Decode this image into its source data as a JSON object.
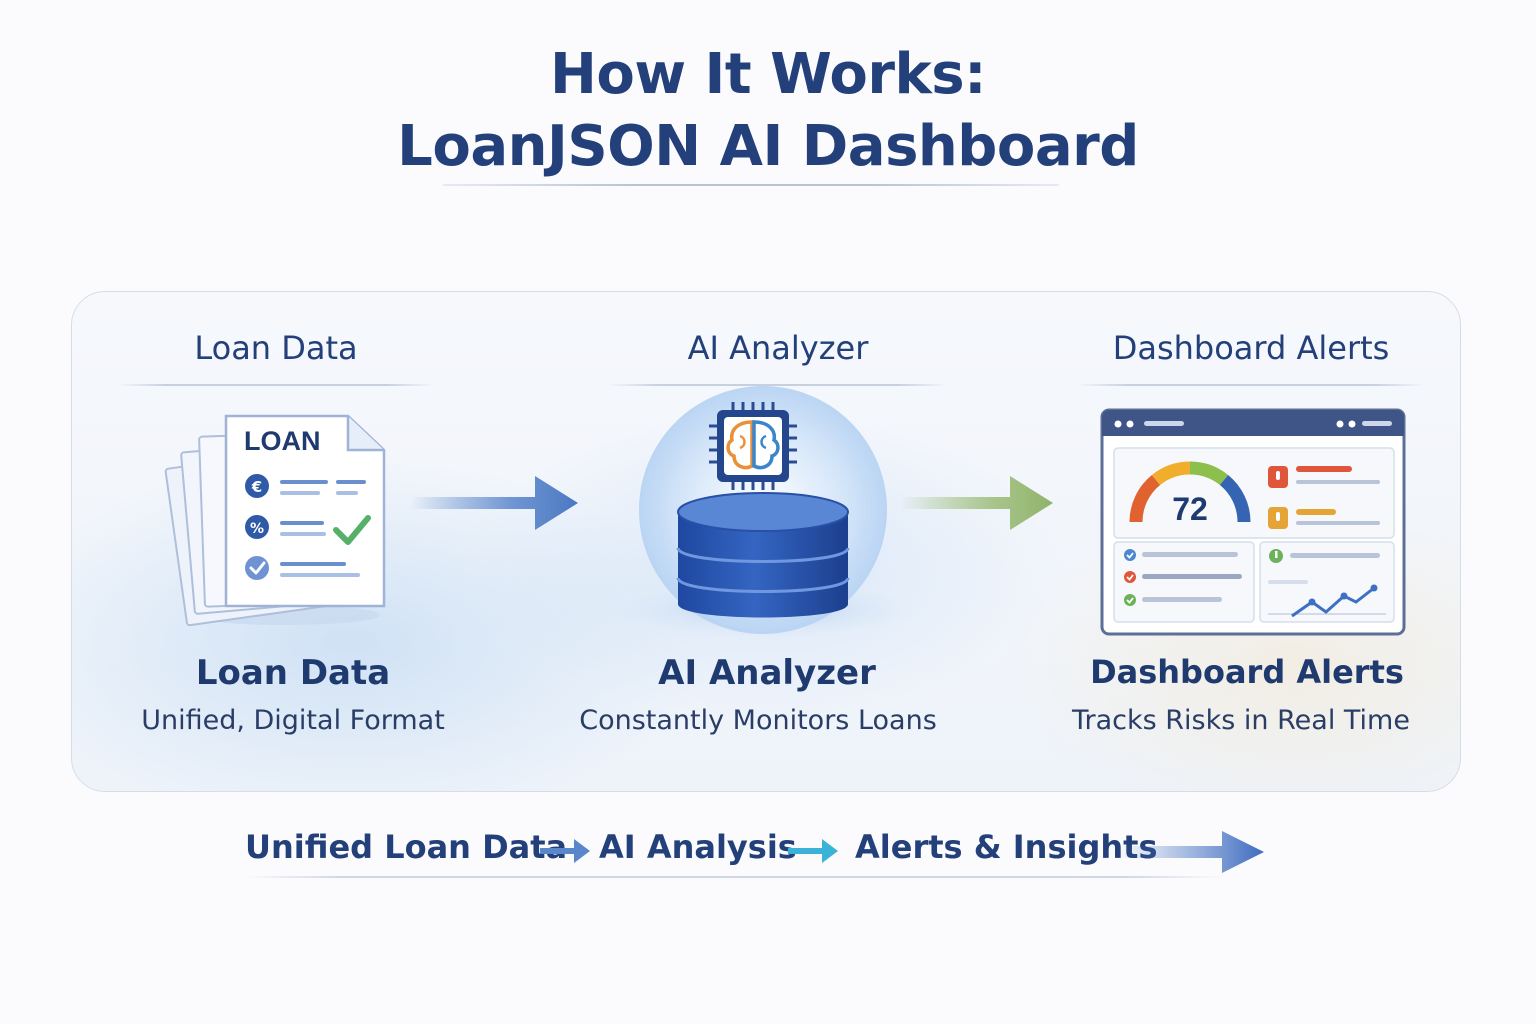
{
  "title": {
    "line1": "How It Works:",
    "line2": "LoanJSON AI Dashboard"
  },
  "columns": [
    {
      "header": "Loan Data",
      "caption": "Loan Data",
      "subtitle": "Unified, Digital Format",
      "icon": "loan-document-icon",
      "doc_label": "LOAN"
    },
    {
      "header": "AI Analyzer",
      "caption": "AI Analyzer",
      "subtitle": "Constantly Monitors Loans",
      "icon": "ai-database-icon"
    },
    {
      "header": "Dashboard Alerts",
      "caption": "Dashboard Alerts",
      "subtitle": "Tracks Risks in Real Time",
      "icon": "dashboard-window-icon",
      "gauge_value": "72"
    }
  ],
  "flow": {
    "step1": "Unified Loan Data",
    "step2": "AI Analysis",
    "step3": "Alerts & Insights"
  },
  "colors": {
    "title": "#23407a",
    "arrow_blue": "#4a78c2",
    "arrow_green": "#8fb36a",
    "arrow_teal": "#3bb3d8",
    "database": "#2b56b0"
  }
}
